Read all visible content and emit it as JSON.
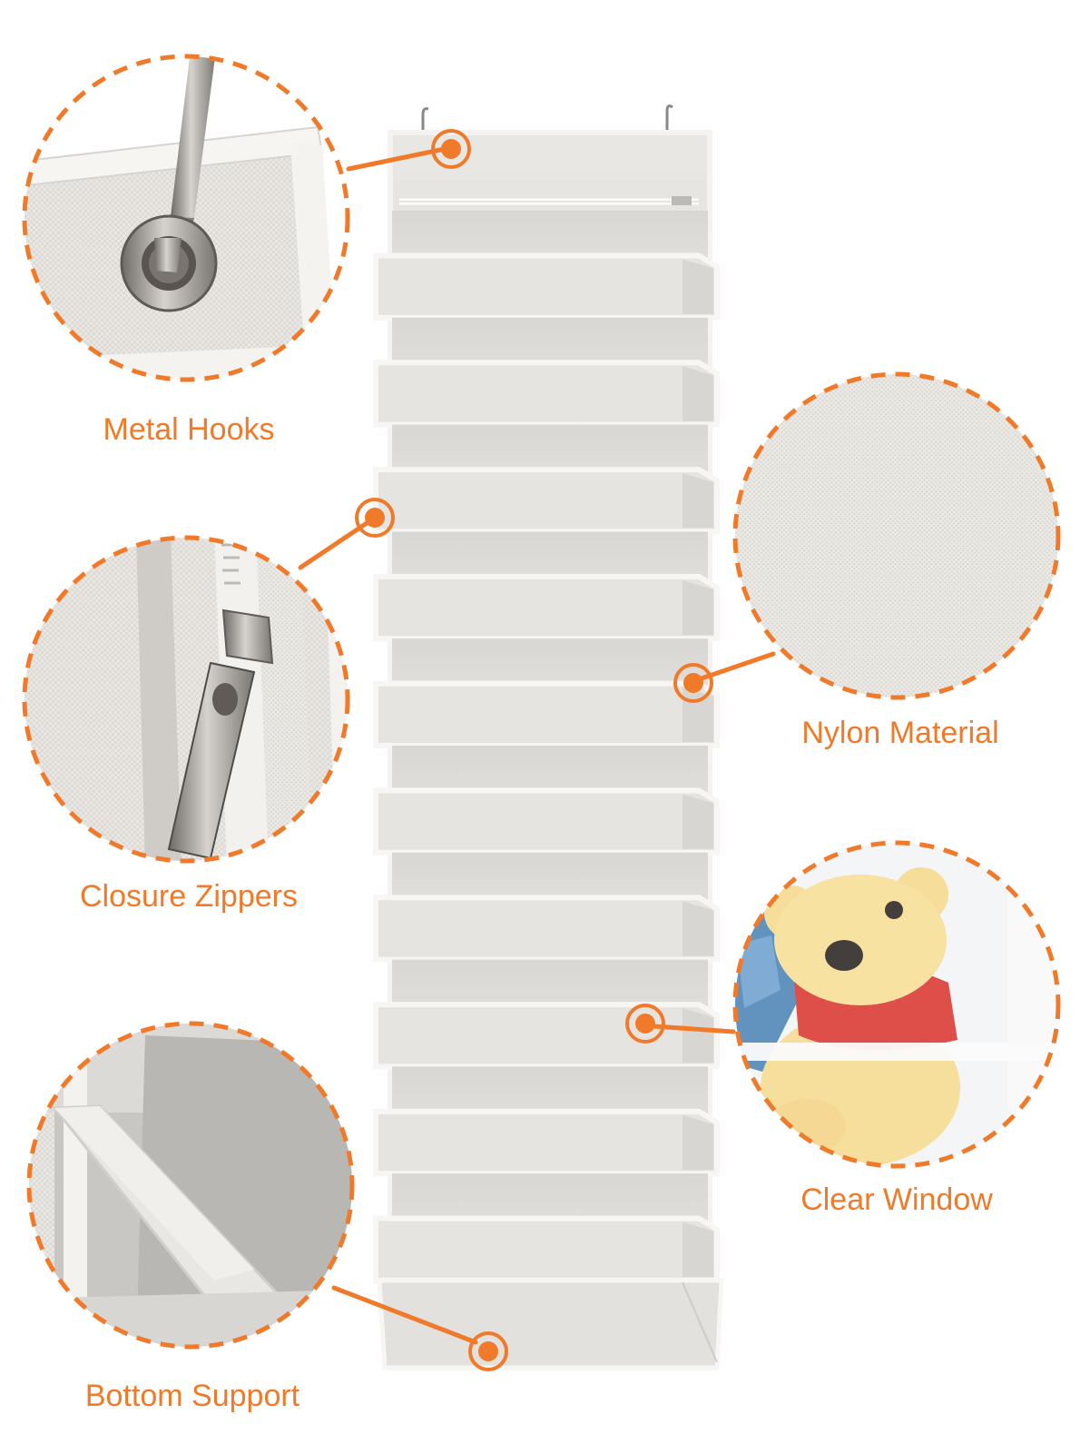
{
  "accent_color": "#f07a2a",
  "product": {
    "pocket_count": 10,
    "color": "#e6e4e1",
    "trim_color": "#f7f6f3"
  },
  "features": {
    "metal_hooks": {
      "label": "Metal Hooks",
      "icon": "grommet-hook-icon"
    },
    "closure_zippers": {
      "label": "Closure Zippers",
      "icon": "zipper-pull-icon"
    },
    "bottom_support": {
      "label": "Bottom Support",
      "icon": "support-board-icon"
    },
    "nylon_material": {
      "label": "Nylon Material",
      "icon": "fabric-texture-icon"
    },
    "clear_window": {
      "label": "Clear Window",
      "icon": "teddy-bear-icon"
    }
  }
}
